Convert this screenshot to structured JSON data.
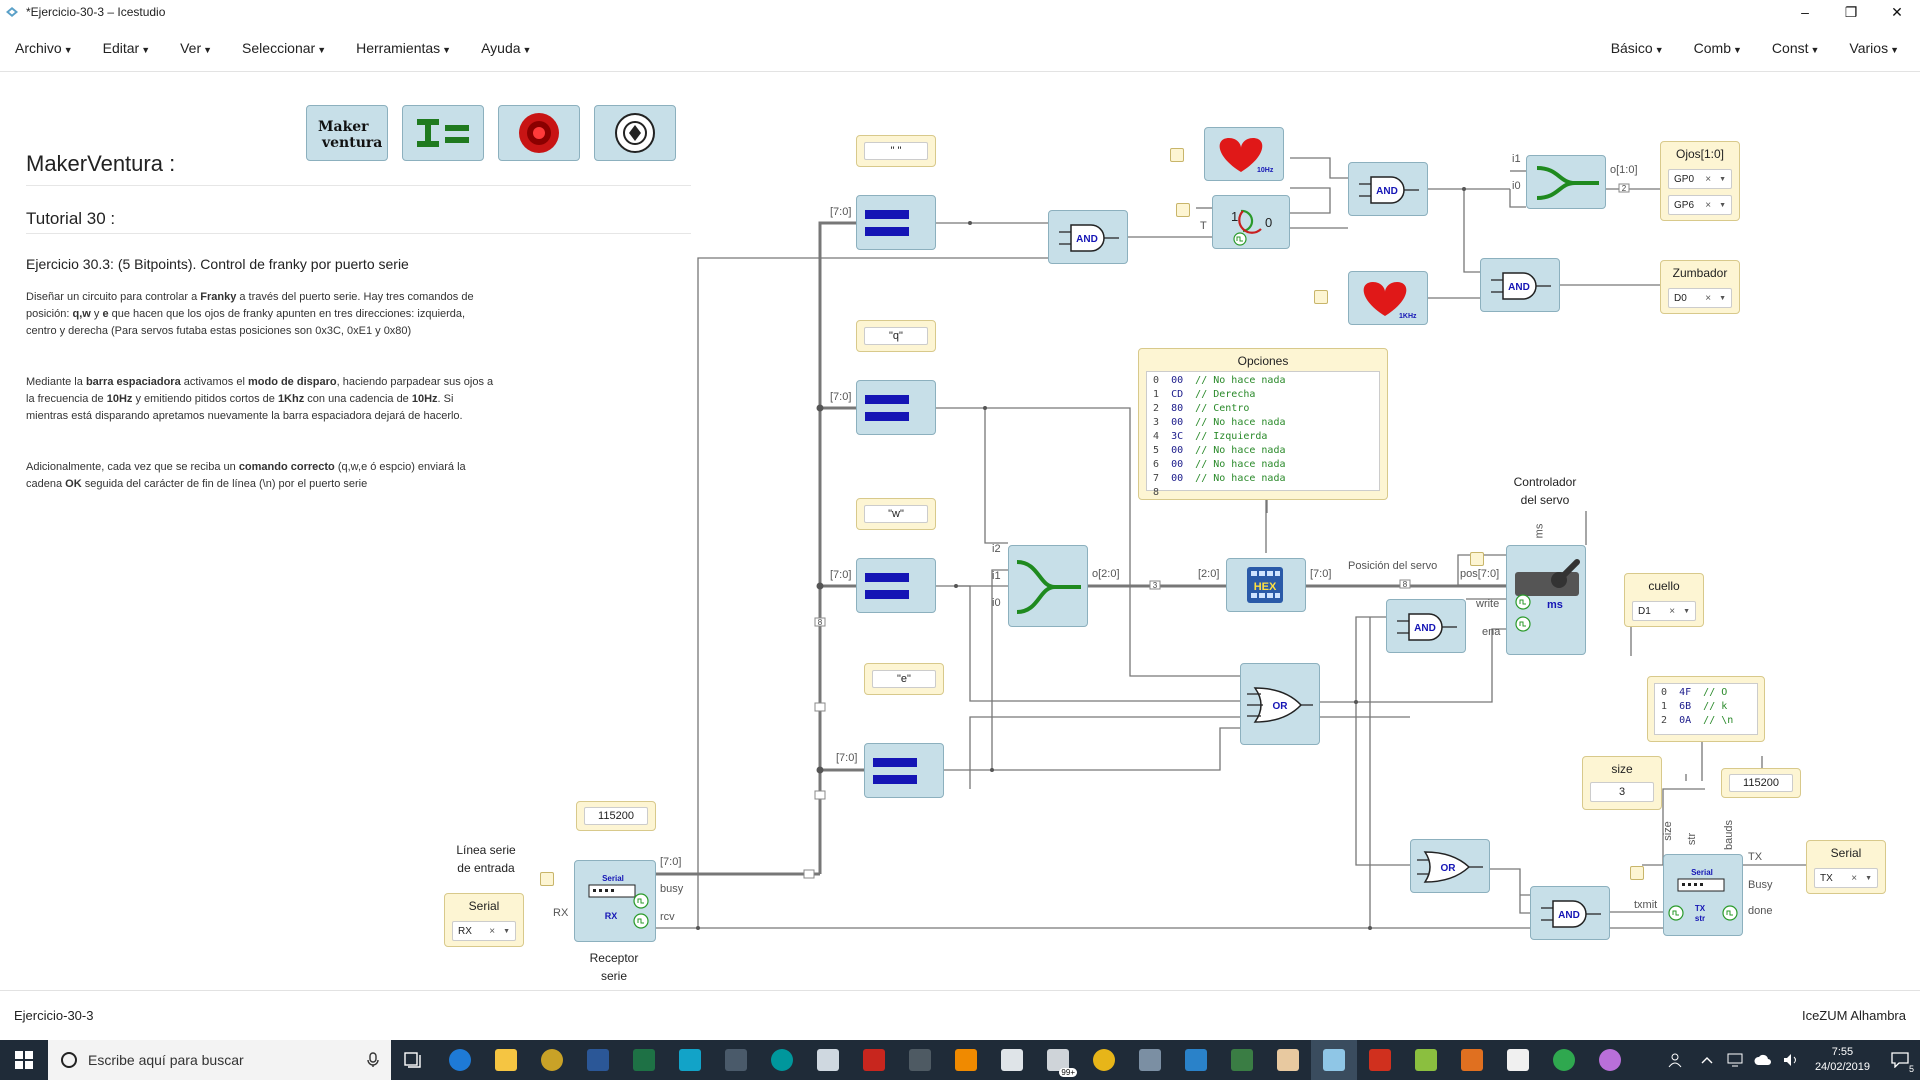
{
  "window": {
    "title": "*Ejercicio-30-3 – Icestudio",
    "minimize": "–",
    "maximize": "❐",
    "close": "✕"
  },
  "menu": {
    "left": [
      "Archivo",
      "Editar",
      "Ver",
      "Seleccionar",
      "Herramientas",
      "Ayuda"
    ],
    "right": [
      "Básico",
      "Comb",
      "Const",
      "Varios"
    ]
  },
  "info": {
    "title": "MakerVentura :",
    "subtitle": "Tutorial 30 :",
    "exercise": "Ejercicio 30.3: (5 Bitpoints). Control de franky por puerto serie",
    "p1": [
      "Diseñar un circuito para controlar a ",
      "Franky",
      " a través del puerto serie. Hay tres comandos de posición: ",
      "q,w",
      " y ",
      "e",
      " que hacen que los ojos de franky apunten en tres direcciones: izquierda, centro y derecha (Para servos futaba estas posiciones son 0x3C, 0xE1 y 0x80)"
    ],
    "p2": [
      "Mediante la ",
      "barra espaciadora",
      " activamos el ",
      "modo de disparo",
      ", haciendo parpadear sus ojos a la frecuencia de ",
      "10Hz",
      " y emitiendo pitidos cortos de ",
      "1Khz",
      " con una cadencia de ",
      "10Hz",
      ". Si mientras está disparando apretamos nuevamente la barra espaciadora dejará de hacerlo."
    ],
    "p3": [
      "Adicionalmente, cada vez que se reciba un ",
      "comando correcto",
      " (q,w,e ó espcio) enviará la cadena ",
      "OK",
      " seguida del carácter de fin de línea (\\n) por el puerto serie"
    ]
  },
  "constants": {
    "space": "\" \"",
    "q": "\"q\"",
    "w": "\"w\"",
    "e": "\"e\"",
    "baud_rx": "115200",
    "baud_tx": "115200",
    "size": "3"
  },
  "labels": {
    "size": "size",
    "opciones": "Opciones",
    "ojos": "Ojos[1:0]",
    "zumbador": "Zumbador",
    "cuello": "cuello",
    "serial_in": "Serial",
    "serial_out": "Serial",
    "linea_serie": "Línea serie\nde entrada",
    "receptor": "Receptor\nserie",
    "controlador": "Controlador\ndel servo",
    "posicion": "Posición del servo"
  },
  "selects": {
    "gp0": "GP0",
    "gp6": "GP6",
    "d0": "D0",
    "d1": "D1",
    "rx": "RX",
    "tx": "TX"
  },
  "ports": {
    "b70": "[7:0]",
    "i0": "i0",
    "i1": "i1",
    "i2": "i2",
    "o20": "o[2:0]",
    "b20": "[2:0]",
    "o10": "o[1:0]",
    "busy": "busy",
    "rcv": "rcv",
    "RX": "RX",
    "TX": "TX",
    "Busy": "Busy",
    "done": "done",
    "txmit": "txmit",
    "str": "str",
    "bauds": "bauds",
    "ms": "ms",
    "pos": "pos[7:0]",
    "write": "write",
    "ena": "ena",
    "T": "T"
  },
  "gates": {
    "and": "AND",
    "or": "OR",
    "hex": "HEX",
    "serial": "Serial",
    "rx": "RX",
    "tx": "TX",
    "str": "str",
    "ms": "ms",
    "hz10": "10Hz",
    "khz1": "1KHz"
  },
  "bus_widths": {
    "w3": "3",
    "w8": "8",
    "w2": "2"
  },
  "opciones_rows": [
    {
      "n": "0",
      "h": "00",
      "c": "// No hace nada"
    },
    {
      "n": "1",
      "h": "CD",
      "c": "// Derecha"
    },
    {
      "n": "2",
      "h": "80",
      "c": "// Centro"
    },
    {
      "n": "3",
      "h": "00",
      "c": "// No hace nada"
    },
    {
      "n": "4",
      "h": "3C",
      "c": "// Izquierda"
    },
    {
      "n": "5",
      "h": "00",
      "c": "// No hace nada"
    },
    {
      "n": "6",
      "h": "00",
      "c": "// No hace nada"
    },
    {
      "n": "7",
      "h": "00",
      "c": "// No hace nada"
    },
    {
      "n": "8",
      "h": "",
      "c": ""
    }
  ],
  "str_rows": [
    {
      "n": "0",
      "h": "4F",
      "c": "// O"
    },
    {
      "n": "1",
      "h": "6B",
      "c": "// k"
    },
    {
      "n": "2",
      "h": "0A",
      "c": "// \\n"
    }
  ],
  "status": {
    "left": "Ejercicio-30-3",
    "right": "IceZUM Alhambra"
  },
  "taskbar": {
    "search_placeholder": "Escribe aquí para buscar",
    "time": "7:55",
    "date": "24/02/2019",
    "notif_badge": "5",
    "mail_badge": "99+"
  }
}
